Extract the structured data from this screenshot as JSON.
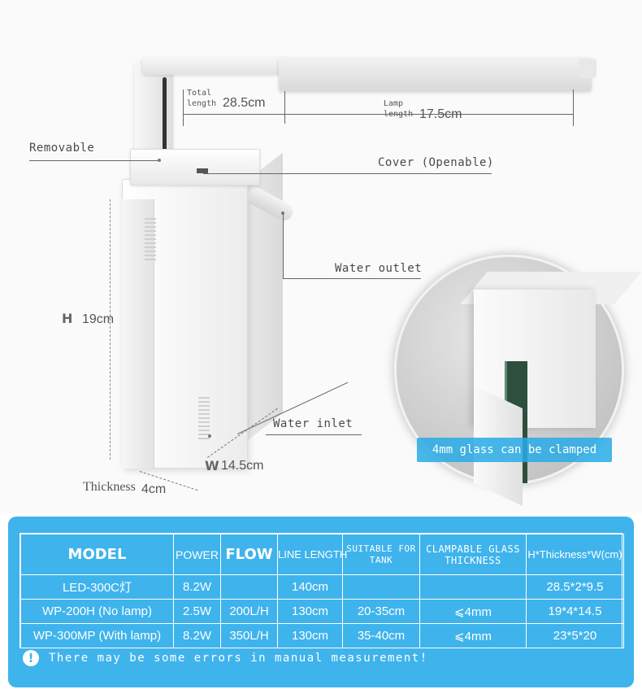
{
  "diagram": {
    "total_length_label": "Total length",
    "total_length_value": "28.5cm",
    "lamp_length_label": "Lamp length",
    "lamp_length_value": "17.5cm",
    "removable": "Removable",
    "cover": "Cover (Openable)",
    "water_outlet": "Water outlet",
    "water_inlet": "Water inlet",
    "height_letter": "H",
    "height_value": "19cm",
    "width_letter": "W",
    "width_value": "14.5cm",
    "thickness_label": "Thickness",
    "thickness_value": "4cm",
    "zoom_caption": "4mm glass can be clamped"
  },
  "spec_table": {
    "headers": [
      "MODEL",
      "POWER",
      "FLOW",
      "LINE LENGTH",
      "SUITABLE FOR TANK",
      "CLAMPABLE GLASS THICKNESS",
      "H*Thickness*W(cm)"
    ],
    "rows": [
      [
        "LED-300C灯",
        "8.2W",
        "",
        "140cm",
        "",
        "",
        "28.5*2*9.5"
      ],
      [
        "WP-200H (No lamp)",
        "2.5W",
        "200L/H",
        "130cm",
        "20-35cm",
        "⩽4mm",
        "19*4*14.5"
      ],
      [
        "WP-300MP (With lamp)",
        "8.2W",
        "350L/H",
        "130cm",
        "35-40cm",
        "⩽4mm",
        "23*5*20"
      ]
    ],
    "note_icon": "exclamation-icon",
    "note": "There may be some errors in manual measurement!"
  },
  "colors": {
    "table_bg": "#3fb3ec",
    "zoom_caption_bg": "#28aae6"
  }
}
